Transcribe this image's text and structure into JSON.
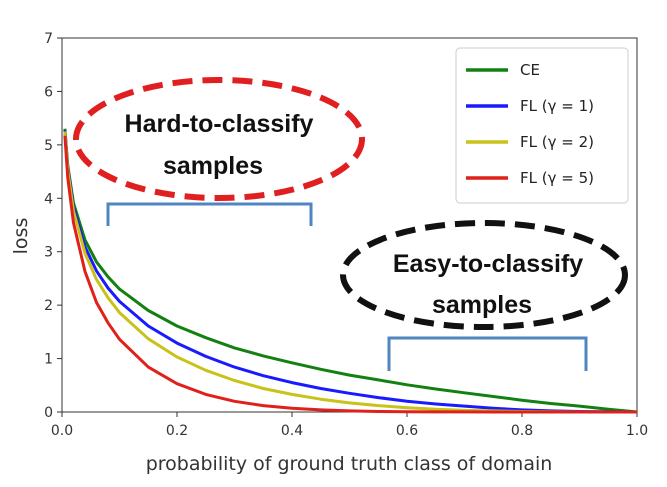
{
  "chart_data": {
    "type": "line",
    "xlabel": "probability of ground truth class of domain",
    "ylabel": "loss",
    "xlim": [
      0,
      1
    ],
    "ylim": [
      0,
      7
    ],
    "xticks": [
      "0.0",
      "0.2",
      "0.4",
      "0.6",
      "0.8",
      "1.0"
    ],
    "yticks": [
      "0",
      "1",
      "2",
      "3",
      "4",
      "5",
      "6",
      "7"
    ],
    "grid": false,
    "legend_position": "top-right",
    "x": [
      0.005,
      0.01,
      0.02,
      0.04,
      0.06,
      0.08,
      0.1,
      0.15,
      0.2,
      0.25,
      0.3,
      0.35,
      0.4,
      0.45,
      0.5,
      0.55,
      0.6,
      0.65,
      0.7,
      0.75,
      0.8,
      0.85,
      0.9,
      0.95,
      1.0
    ],
    "series": [
      {
        "name": "CE",
        "color": "#128112",
        "values": [
          5.3,
          4.61,
          3.91,
          3.22,
          2.81,
          2.53,
          2.3,
          1.9,
          1.61,
          1.39,
          1.2,
          1.05,
          0.92,
          0.8,
          0.69,
          0.6,
          0.51,
          0.43,
          0.36,
          0.29,
          0.22,
          0.16,
          0.11,
          0.05,
          0.0
        ]
      },
      {
        "name": "FL (γ = 1)",
        "color": "#1a1aff",
        "values": [
          5.27,
          4.56,
          3.83,
          3.09,
          2.64,
          2.32,
          2.07,
          1.61,
          1.29,
          1.04,
          0.84,
          0.68,
          0.55,
          0.44,
          0.35,
          0.27,
          0.2,
          0.15,
          0.11,
          0.07,
          0.04,
          0.02,
          0.01,
          0.003,
          0.0
        ]
      },
      {
        "name": "FL (γ = 2)",
        "color": "#c8c21a",
        "values": [
          5.25,
          4.52,
          3.76,
          2.97,
          2.48,
          2.14,
          1.86,
          1.37,
          1.03,
          0.78,
          0.59,
          0.44,
          0.33,
          0.24,
          0.17,
          0.12,
          0.08,
          0.05,
          0.03,
          0.02,
          0.01,
          0.004,
          0.001,
          0.0001,
          0.0
        ]
      },
      {
        "name": "FL (γ = 5)",
        "color": "#e0201a",
        "values": [
          5.17,
          4.38,
          3.54,
          2.63,
          2.05,
          1.67,
          1.36,
          0.84,
          0.53,
          0.33,
          0.2,
          0.12,
          0.07,
          0.04,
          0.02,
          0.01,
          0.005,
          0.002,
          0.001,
          0.0,
          0.0,
          0.0,
          0.0,
          0.0,
          0.0
        ]
      }
    ],
    "annotations": [
      {
        "text": "Hard-to-classify samples",
        "x_range": [
          0.08,
          0.44
        ],
        "y": 4.0,
        "ellipse_color": "#e02020"
      },
      {
        "text": "Easy-to-classify samples",
        "x_range": [
          0.57,
          0.91
        ],
        "y": 1.4,
        "ellipse_color": "#111111"
      }
    ]
  },
  "callouts": {
    "hard": {
      "line1": "Hard-to-classify",
      "line2": "samples"
    },
    "easy": {
      "line1": "Easy-to-classify",
      "line2": "samples"
    }
  },
  "colors": {
    "bracket": "#4f86c0",
    "axis": "#333333"
  }
}
